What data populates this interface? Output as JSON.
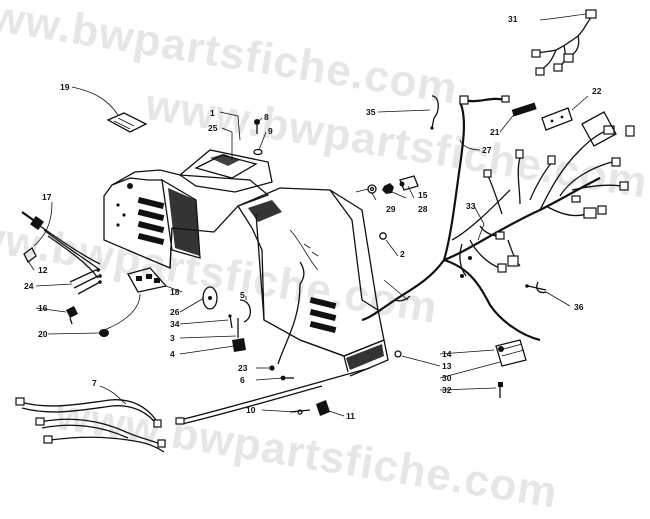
{
  "watermark": {
    "text": "www.bwpartsfiche.com",
    "color": "#e6e6e6"
  },
  "callouts": [
    {
      "id": "c1",
      "text": "1"
    },
    {
      "id": "c2",
      "text": "2"
    },
    {
      "id": "c3",
      "text": "3"
    },
    {
      "id": "c4",
      "text": "4"
    },
    {
      "id": "c5",
      "text": "5"
    },
    {
      "id": "c6",
      "text": "6"
    },
    {
      "id": "c7",
      "text": "7"
    },
    {
      "id": "c8",
      "text": "8"
    },
    {
      "id": "c9",
      "text": "9"
    },
    {
      "id": "c10",
      "text": "10"
    },
    {
      "id": "c11",
      "text": "11"
    },
    {
      "id": "c12",
      "text": "12"
    },
    {
      "id": "c13",
      "text": "13"
    },
    {
      "id": "c14",
      "text": "14"
    },
    {
      "id": "c15",
      "text": "15"
    },
    {
      "id": "c16",
      "text": "16"
    },
    {
      "id": "c17",
      "text": "17"
    },
    {
      "id": "c18",
      "text": "18"
    },
    {
      "id": "c19",
      "text": "19"
    },
    {
      "id": "c20",
      "text": "20"
    },
    {
      "id": "c21",
      "text": "21"
    },
    {
      "id": "c22",
      "text": "22"
    },
    {
      "id": "c23",
      "text": "23"
    },
    {
      "id": "c24",
      "text": "24"
    },
    {
      "id": "c25",
      "text": "25"
    },
    {
      "id": "c26",
      "text": "26"
    },
    {
      "id": "c27",
      "text": "27"
    },
    {
      "id": "c28",
      "text": "28"
    },
    {
      "id": "c29",
      "text": "29"
    },
    {
      "id": "c30",
      "text": "30"
    },
    {
      "id": "c31",
      "text": "31"
    },
    {
      "id": "c32",
      "text": "32"
    },
    {
      "id": "c33",
      "text": "33"
    },
    {
      "id": "c34",
      "text": "34"
    },
    {
      "id": "c35",
      "text": "35"
    },
    {
      "id": "c36",
      "text": "36"
    }
  ]
}
